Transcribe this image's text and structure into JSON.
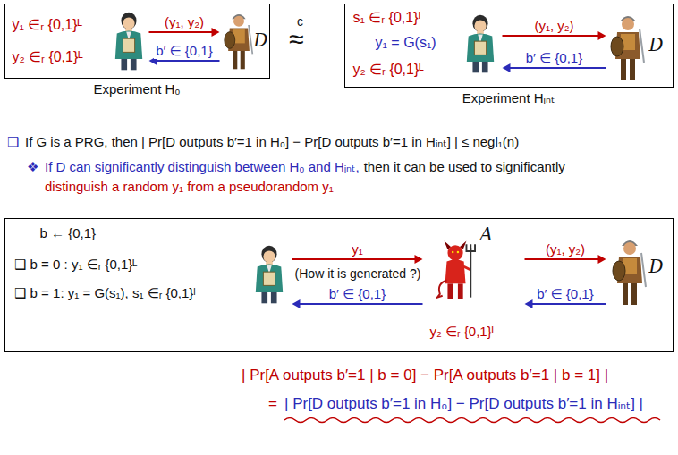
{
  "diagram": {
    "nodes": [
      {
        "text": [
          "Experiment H₀"
        ]
      },
      {
        "text": [
          "y₁ ∈ᵣ {0,1}ᴸ",
          "y₂ ∈ᵣ {0,1}ᴸ"
        ],
        "in": 0
      },
      {
        "text": [
          "D"
        ],
        "in": 0
      },
      {
        "text": [
          "Experiment Hᵢₙₜ"
        ]
      },
      {
        "text": [
          "s₁ ∈ᵣ {0,1}ˡ",
          "y₁ = G(s₁)",
          "y₂ ∈ᵣ {0,1}ᴸ"
        ],
        "in": 3
      },
      {
        "text": [
          "D"
        ],
        "in": 3
      },
      {
        "text": [
          "❑ b = 0 : y₁ ∈ᵣ {0,1}ᴸ",
          "❑ b = 1: y₁ = G(s₁), s₁ ∈ᵣ {0,1}ˡ"
        ]
      },
      {
        "text": [
          "b ← {0,1}"
        ],
        "in": 6
      },
      {
        "text": [
          "A",
          "y₂ ∈ᵣ {0,1}ᴸ"
        ],
        "in": 6
      },
      {
        "text": [
          "D"
        ],
        "in": 6
      }
    ],
    "edges": [
      {
        "from": 1,
        "to": 2,
        "label": "(y₁, y₂)",
        "arrow": "to"
      },
      {
        "from": 2,
        "to": 1,
        "label": "b′ ∈ {0,1}",
        "arrow": "to"
      },
      {
        "from": 4,
        "to": 5,
        "label": "(y₁, y₂)",
        "arrow": "to"
      },
      {
        "from": 5,
        "to": 4,
        "label": "b′ ∈ {0,1}",
        "arrow": "to"
      },
      {
        "from": 7,
        "to": 8,
        "label": "y₁",
        "arrow": "to"
      },
      {
        "from": 8,
        "to": 7,
        "label": "b′ ∈ {0,1}",
        "arrow": "to"
      },
      {
        "from": 8,
        "to": 9,
        "label": "(y₁, y₂)",
        "arrow": "to"
      },
      {
        "from": 9,
        "to": 8,
        "label": "b′ ∈ {0,1}",
        "arrow": "to"
      }
    ],
    "labels": [
      "c",
      "≈",
      "❑",
      "If G is a PRG, then | Pr[D outputs b′=1 in H₀] − Pr[D outputs b′=1 in Hᵢₙₜ] | ≤ negl₁(n)",
      "❖",
      "If D can significantly distinguish between H₀ and Hᵢₙₜ,",
      "then it can be used to significantly",
      "distinguish a random y₁ from a pseudorandom y₁",
      "(How it is generated ?)",
      "| Pr[A outputs b′=1 | b = 0] − Pr[A outputs b′=1 | b = 1] |",
      "=",
      "| Pr[D outputs b′=1 in H₀] − Pr[D outputs b′=1 in Hᵢₙₜ] |"
    ]
  }
}
